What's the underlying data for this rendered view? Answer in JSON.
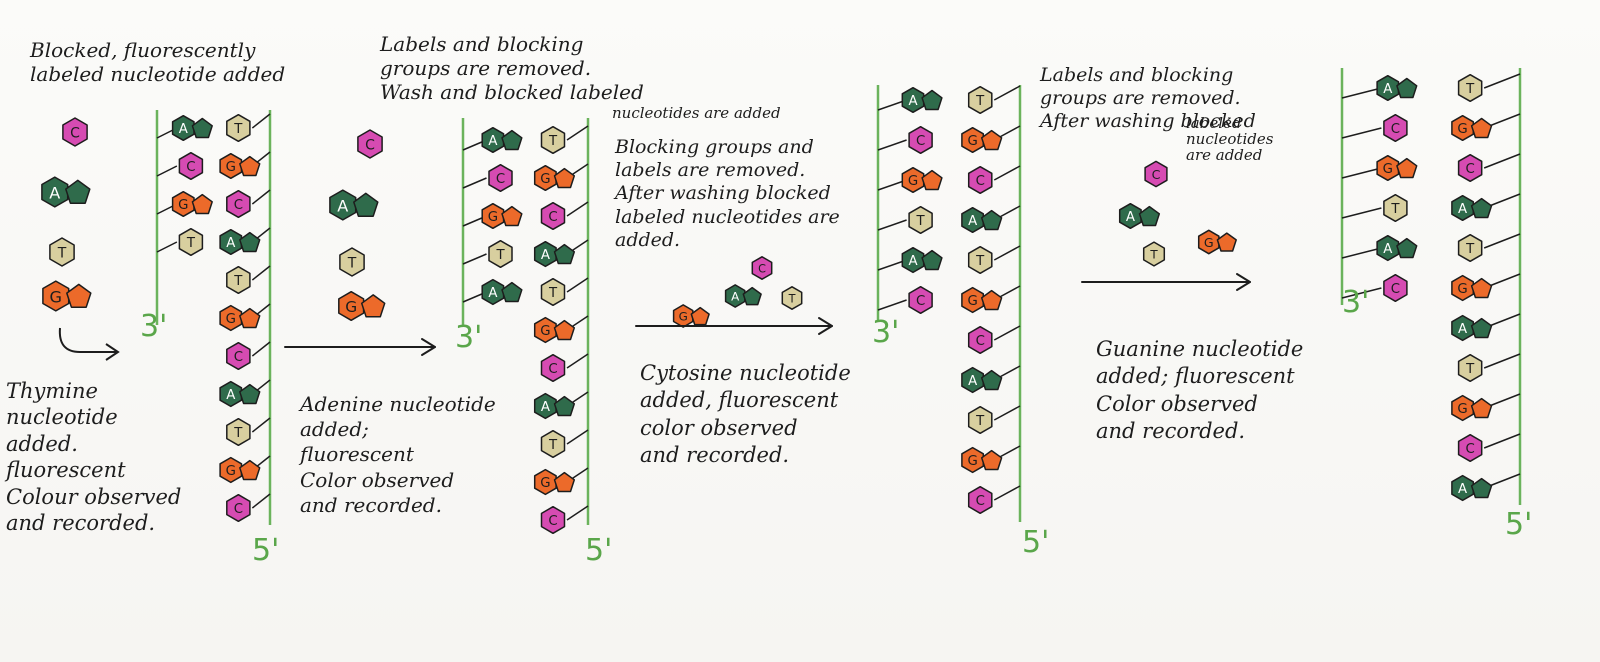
{
  "colors": {
    "A": "#2f6b4b",
    "T": "#d8cf9f",
    "G": "#ec6a2a",
    "C": "#d64bb2",
    "strand": "#6bb35c",
    "stroke": "#1d1d1d",
    "label": "#5aa64a",
    "ink": "#1d1d1d"
  },
  "end_labels": {
    "three_prime": "3'",
    "five_prime": "5'"
  },
  "notes": {
    "panel1_top": "Blocked, fluorescently\nlabeled nucleotide added",
    "panel1_bottom": "Thymine\nnucleotide\nadded.\nfluorescent\nColour observed\nand recorded.",
    "panel2_top": "Labels and blocking\ngroups are removed.\nWash and blocked labeled",
    "panel2_top_extra": "nucleotides are added",
    "panel2_bottom": "Adenine nucleotide\nadded;\nfluorescent\nColor observed\nand recorded.",
    "panel3_top": "Blocking groups and\nlabels are removed.\nAfter washing blocked\nlabeled nucleotides are\nadded.",
    "panel3_bottom": "Cytosine nucleotide\nadded, fluorescent\ncolor observed\nand recorded.",
    "panel4_top": "Labels and blocking\ngroups are removed.\nAfter washing blocked",
    "panel4_top_extra": "labeled\nnucleotides\nare added",
    "panel4_bottom": "Guanine nucleotide\nadded; fluorescent\nColor observed\nand recorded."
  },
  "strands": [
    {
      "id": "strand-1",
      "pairs": [
        [
          "A",
          "T"
        ],
        [
          "C",
          "G"
        ],
        [
          "G",
          "C"
        ],
        [
          "T",
          "A"
        ],
        [
          null,
          "T"
        ],
        [
          null,
          "G"
        ],
        [
          null,
          "C"
        ],
        [
          null,
          "A"
        ],
        [
          null,
          "T"
        ],
        [
          null,
          "G"
        ],
        [
          null,
          "C"
        ]
      ]
    },
    {
      "id": "strand-2",
      "pairs": [
        [
          "A",
          "T"
        ],
        [
          "C",
          "G"
        ],
        [
          "G",
          "C"
        ],
        [
          "T",
          "A"
        ],
        [
          "A",
          "T"
        ],
        [
          null,
          "G"
        ],
        [
          null,
          "C"
        ],
        [
          null,
          "A"
        ],
        [
          null,
          "T"
        ],
        [
          null,
          "G"
        ],
        [
          null,
          "C"
        ]
      ]
    },
    {
      "id": "strand-3",
      "pairs": [
        [
          "A",
          "T"
        ],
        [
          "C",
          "G"
        ],
        [
          "G",
          "C"
        ],
        [
          "T",
          "A"
        ],
        [
          "A",
          "T"
        ],
        [
          "C",
          "G"
        ],
        [
          null,
          "C"
        ],
        [
          null,
          "A"
        ],
        [
          null,
          "T"
        ],
        [
          null,
          "G"
        ],
        [
          null,
          "C"
        ]
      ]
    },
    {
      "id": "strand-4",
      "pairs": [
        [
          "A",
          "T"
        ],
        [
          "C",
          "G"
        ],
        [
          "G",
          "C"
        ],
        [
          "T",
          "A"
        ],
        [
          "A",
          "T"
        ],
        [
          "C",
          "G"
        ],
        [
          null,
          "A"
        ],
        [
          null,
          "T"
        ],
        [
          null,
          "G"
        ],
        [
          null,
          "C"
        ],
        [
          null,
          "A"
        ]
      ]
    }
  ],
  "free_nucleotide_sets": [
    {
      "id": "free-set-1",
      "bases": [
        "C",
        "A",
        "T",
        "G"
      ]
    },
    {
      "id": "free-set-2",
      "bases": [
        "C",
        "A",
        "T",
        "G"
      ]
    },
    {
      "id": "free-set-3",
      "bases": [
        "C",
        "G",
        "A",
        "T"
      ]
    },
    {
      "id": "free-set-4",
      "bases": [
        "C",
        "A",
        "T",
        "G"
      ]
    }
  ]
}
